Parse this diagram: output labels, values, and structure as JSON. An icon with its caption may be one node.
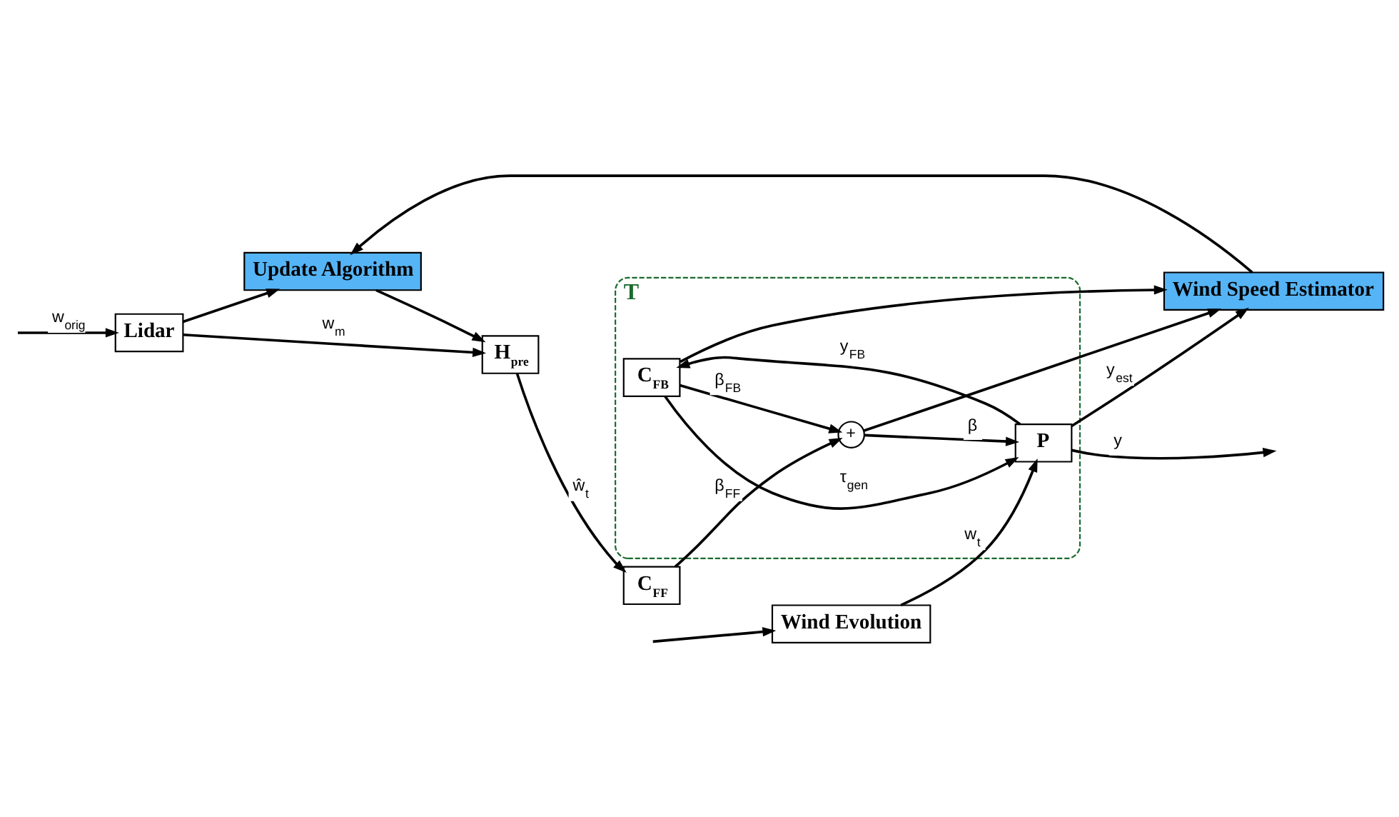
{
  "diagram": {
    "nodes": [
      {
        "text": [
          "Update Algorithm"
        ]
      },
      {
        "text": [
          "H$_{pre}$"
        ]
      },
      {
        "text": [
          "Lidar"
        ]
      },
      {
        "text": [
          "C$_{FF}$"
        ]
      },
      {
        "text": [
          "Wind Evolution"
        ]
      },
      {
        "text": [
          "T"
        ]
      },
      {
        "text": [
          "C$_{FB}$"
        ],
        "in": 5
      },
      {
        "text": [
          "+"
        ],
        "in": 5
      },
      {
        "text": [
          "P"
        ],
        "in": 5
      },
      {
        "text": [
          "Wind Speed Estimator"
        ]
      }
    ],
    "edges": [
      {
        "from": 0,
        "to": 1,
        "arrow": "to"
      },
      {
        "from": 2,
        "to": 1,
        "arrow": "to",
        "label": "w$_{m}$"
      },
      {
        "from": 2,
        "to": 0,
        "arrow": "to"
      },
      {
        "from": null,
        "to": 2,
        "arrow": "to",
        "label": "w$_{orig}$"
      },
      {
        "from": null,
        "to": 4,
        "arrow": "to"
      },
      {
        "from": 1,
        "to": 3,
        "arrow": "to",
        "label": "ŵ$_{t}$"
      },
      {
        "from": 3,
        "to": 7,
        "arrow": "to",
        "label": "β$_{FF}$"
      },
      {
        "from": 6,
        "to": 7,
        "arrow": "to",
        "label": "β$_{FB}$"
      },
      {
        "from": 7,
        "to": 8,
        "arrow": "to",
        "label": "β"
      },
      {
        "from": 7,
        "to": 9,
        "arrow": "to"
      },
      {
        "from": 6,
        "to": 8,
        "arrow": "to",
        "label": "τ$_{gen}$"
      },
      {
        "from": 6,
        "to": 9,
        "arrow": "to"
      },
      {
        "from": 4,
        "to": 8,
        "arrow": "to",
        "label": "w$_{t}$"
      },
      {
        "from": 8,
        "to": 9,
        "arrow": "to",
        "label": "y$_{est}$"
      },
      {
        "from": 8,
        "to": null,
        "arrow": "to",
        "label": "y"
      },
      {
        "from": 8,
        "to": 6,
        "arrow": "to",
        "label": "y$_{FB}$"
      },
      {
        "from": 9,
        "to": 0,
        "arrow": "to"
      }
    ]
  }
}
